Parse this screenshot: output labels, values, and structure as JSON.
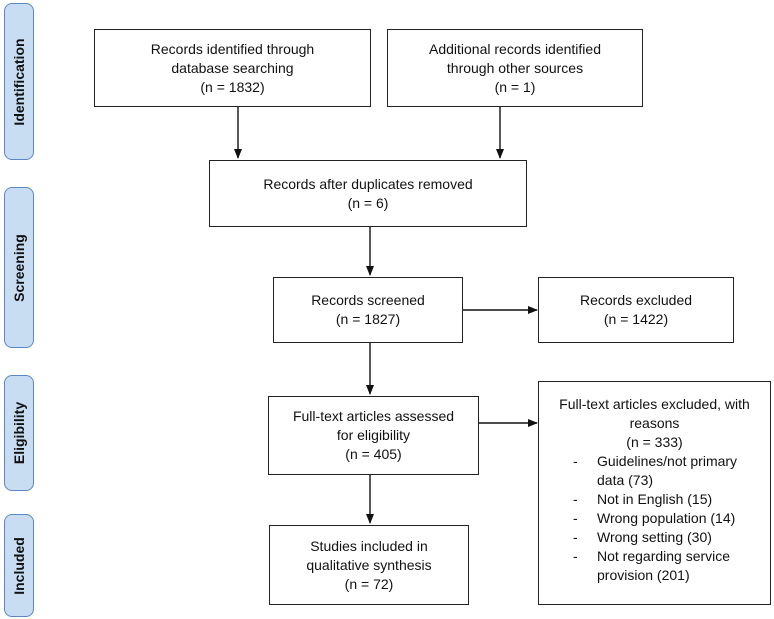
{
  "phases": {
    "identification": "Identification",
    "screening": "Screening",
    "eligibility": "Eligibility",
    "included": "Included"
  },
  "boxes": {
    "database_records": "Records identified through\ndatabase searching\n(n = 1832)",
    "other_records": "Additional records identified\nthrough other sources\n(n = 1)",
    "duplicates_removed": "Records after duplicates removed\n(n = 6)",
    "screened": "Records screened\n(n = 1827)",
    "excluded": "Records excluded\n(n = 1422)",
    "fulltext_assessed": "Full-text articles assessed\nfor eligibility\n(n = 405)",
    "included_studies": "Studies included in\nqualitative synthesis\n(n = 72)"
  },
  "fulltext_excluded": {
    "heading": "Full-text articles excluded, with\nreasons\n(n = 333)",
    "reasons": [
      "Guidelines/not primary data (73)",
      "Not in English (15)",
      "Wrong population (14)",
      "Wrong setting (30)",
      "Not regarding service provision (201)"
    ]
  }
}
